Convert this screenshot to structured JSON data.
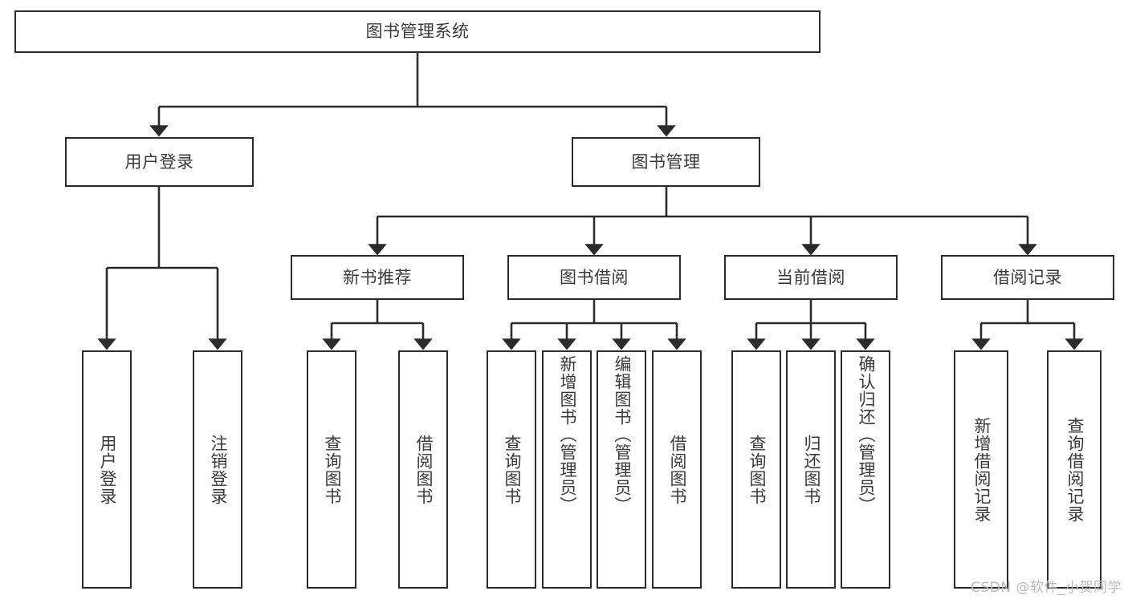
{
  "diagram": {
    "title": "图书管理系统",
    "type": "tree-hierarchy-chart",
    "stroke_color": "#2b2b2b",
    "text_color": "#3a3a3a",
    "background_color": "#ffffff"
  },
  "root": {
    "label": "图书管理系统"
  },
  "level2": [
    {
      "label": "用户登录"
    },
    {
      "label": "图书管理"
    }
  ],
  "level3": [
    {
      "label": "新书推荐"
    },
    {
      "label": "图书借阅"
    },
    {
      "label": "当前借阅"
    },
    {
      "label": "借阅记录"
    }
  ],
  "leaves": {
    "user_login": [
      {
        "label": "用户登录"
      },
      {
        "label": "注销登录"
      }
    ],
    "new_book": [
      {
        "label": "查询图书"
      },
      {
        "label": "借阅图书"
      }
    ],
    "book_borrow": [
      {
        "label": "查询图书"
      },
      {
        "label": "新增图书（管理员）"
      },
      {
        "label": "编辑图书（管理员）"
      },
      {
        "label": "借阅图书"
      }
    ],
    "current_borrow": [
      {
        "label": "查询图书"
      },
      {
        "label": "归还图书"
      },
      {
        "label": "确认归还（管理员）"
      }
    ],
    "borrow_record": [
      {
        "label": "新增借阅记录"
      },
      {
        "label": "查询借阅记录"
      }
    ]
  },
  "watermark": {
    "text": "CSDN @软件_小贺同学"
  }
}
